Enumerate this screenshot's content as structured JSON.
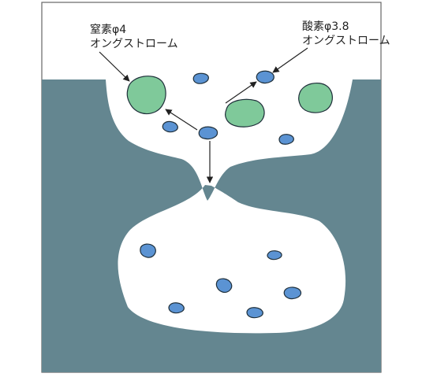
{
  "labels": {
    "nitrogen": {
      "line1": "窒素φ4",
      "line2": "オングストローム"
    },
    "oxygen": {
      "line1": "酸素φ3.8",
      "line2": "オングストローム"
    }
  },
  "colors": {
    "pore_solid": "#648690",
    "frame": "#666666",
    "nitrogen_fill": "#7fc99a",
    "oxygen_fill": "#5b93d3",
    "molecule_stroke": "#1f2f3a",
    "arrow": "#222222"
  }
}
